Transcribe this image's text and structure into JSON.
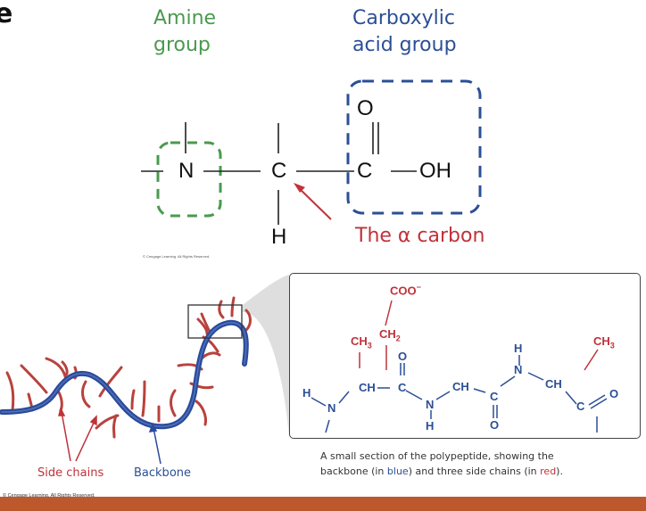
{
  "slide": {
    "title_fragment": "e",
    "footer_bar_color": "#bd582c"
  },
  "top_diagram": {
    "amine_label_line1": "Amine",
    "amine_label_line2": "group",
    "carboxyl_label_line1": "Carboxylic",
    "carboxyl_label_line2": "acid group",
    "alpha_label": "The α carbon",
    "atoms": {
      "n": "N",
      "c_alpha": "C",
      "h": "H",
      "c_carboxyl": "C",
      "o": "O",
      "oh": "OH"
    },
    "copyright": "© Cengage Learning. All Rights Reserved.",
    "colors": {
      "amine": "#4a9a4e",
      "carboxyl": "#2b4f96",
      "alpha": "#c0323a"
    }
  },
  "bottom_diagram": {
    "side_chains_label": "Side chains",
    "backbone_label": "Backbone",
    "copyright": "© Cengage Learning. All Rights Reserved.",
    "structure": {
      "coo": "COO",
      "coo_charge": "−",
      "ch2": "CH",
      "ch2_sub": "2",
      "ch3_left": "CH",
      "ch3_left_sub": "3",
      "ch3_right": "CH",
      "ch3_right_sub": "3",
      "h_left": "H",
      "n_left": "N",
      "ch_1": "CH",
      "c_1": "C",
      "o_1": "O",
      "n_mid": "N",
      "h_mid": "H",
      "ch_2": "CH",
      "c_2": "C",
      "o_2": "O",
      "n_right": "N",
      "h_right": "H",
      "ch_3": "CH",
      "c_3": "C",
      "o_3": "O"
    },
    "caption": {
      "line1": "A small section of the polypeptide, showing the",
      "line2_a": "backbone (in ",
      "line2_blue": "blue",
      "line2_b": ") and three side chains (in ",
      "line2_red": "red",
      "line2_c": ")."
    }
  }
}
